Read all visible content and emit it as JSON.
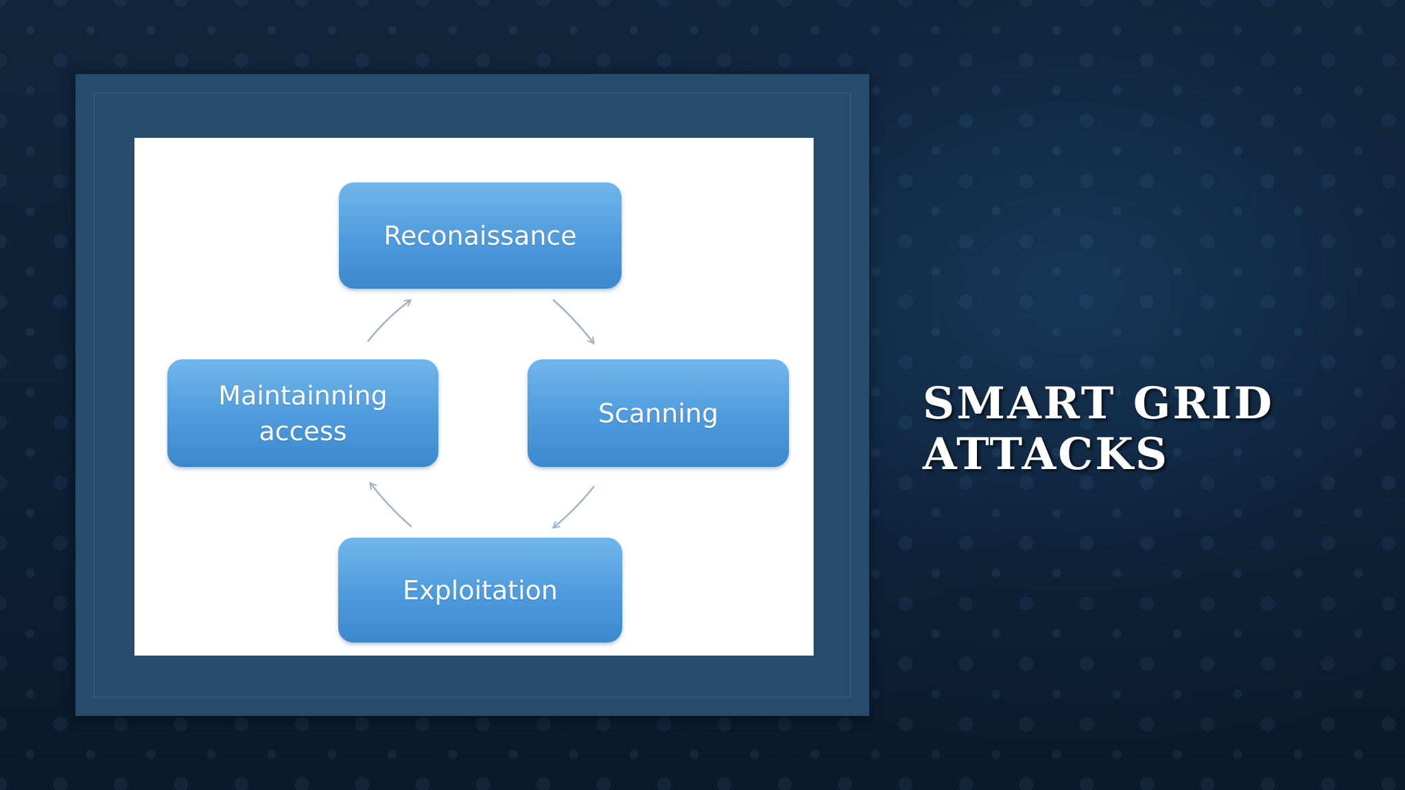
{
  "slide": {
    "title_lines": [
      "SMART GRID",
      "ATTACKS"
    ]
  },
  "diagram": {
    "nodes": {
      "reconnaissance": "Reconaissance",
      "scanning": "Scanning",
      "exploitation": "Exploitation",
      "maintaining_lines": [
        "Maintainning",
        "access"
      ]
    },
    "cycle_order": [
      "Reconaissance",
      "Scanning",
      "Exploitation",
      "Maintainning access"
    ],
    "colors": {
      "node_fill": "#4d9adc",
      "node_text": "#ffffff",
      "arrow": "#9fb4c4",
      "frame": "#274b6a",
      "background": "#0d2036"
    }
  }
}
